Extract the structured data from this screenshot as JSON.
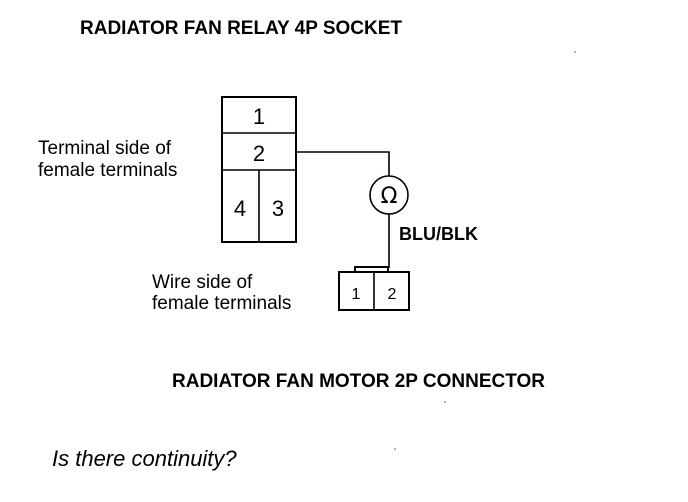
{
  "socket": {
    "title": "RADIATOR FAN RELAY 4P SOCKET",
    "side_label_line1": "Terminal side of",
    "side_label_line2": "female terminals",
    "pins": [
      "1",
      "2",
      "4",
      "3"
    ]
  },
  "meter": {
    "symbol": "Ω",
    "wire_color": "BLU/BLK"
  },
  "connector": {
    "title": "RADIATOR FAN MOTOR 2P CONNECTOR",
    "side_label_line1": "Wire side of",
    "side_label_line2": "female terminals",
    "pins": [
      "1",
      "2"
    ]
  },
  "question": "Is there continuity?"
}
